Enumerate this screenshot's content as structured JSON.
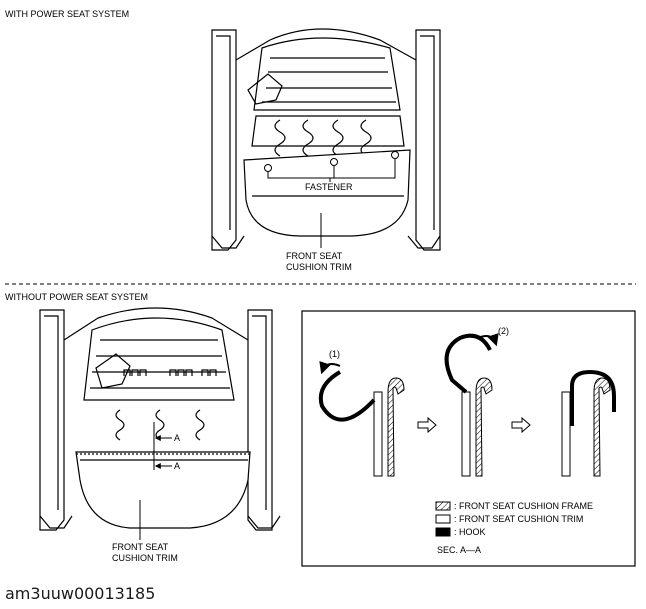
{
  "sections": {
    "power": {
      "heading": "WITH POWER SEAT SYSTEM",
      "fastener_label": "FASTENER",
      "trim_label_line1": "FRONT SEAT",
      "trim_label_line2": "CUSHION TRIM"
    },
    "manual": {
      "heading": "WITHOUT POWER SEAT SYSTEM",
      "section_marker_top": "A",
      "section_marker_bottom": "A",
      "trim_label_line1": "FRONT SEAT",
      "trim_label_line2": "CUSHION TRIM"
    }
  },
  "detail": {
    "step1": "(1)",
    "step2": "(2)",
    "legend": [
      {
        "symbol": "hatched",
        "text": ": FRONT SEAT CUSHION FRAME"
      },
      {
        "symbol": "blank",
        "text": ": FRONT SEAT CUSHION TRIM"
      },
      {
        "symbol": "solid",
        "text": ": HOOK"
      }
    ],
    "section_caption": "SEC. A—A"
  },
  "footer": {
    "image_code": "am3uuw00013185"
  }
}
